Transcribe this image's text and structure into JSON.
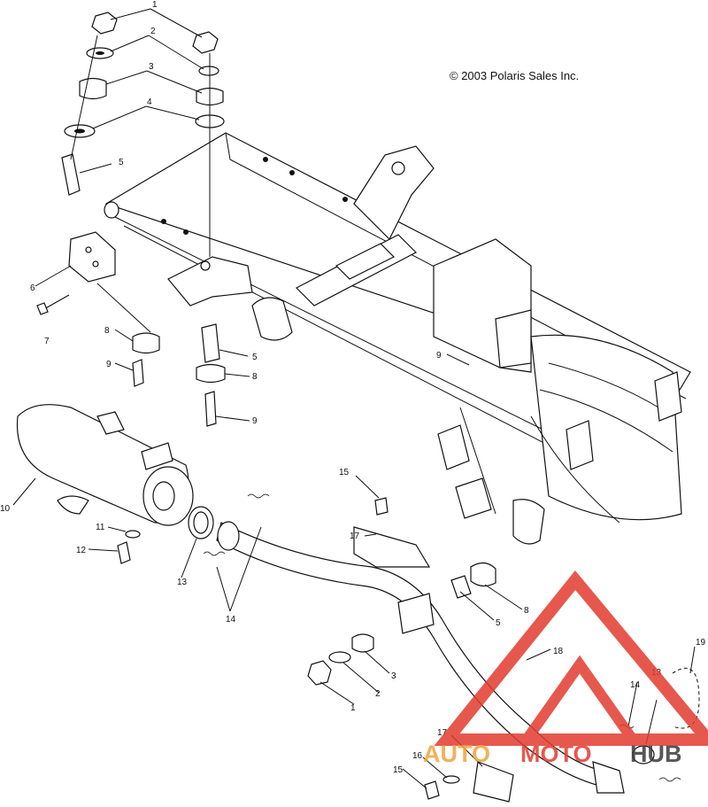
{
  "copyright": "© 2003 Polaris Sales Inc.",
  "watermark": {
    "text_a": "AUTO",
    "text_b": "MOTO",
    "text_c": "HUB",
    "color_red": "#e23b2e",
    "color_orange": "#f2a33a",
    "color_dark": "#3a3a3a"
  },
  "callouts": {
    "c1a": "1",
    "c2a": "2",
    "c3a": "3",
    "c4a": "4",
    "c5a": "5",
    "c6": "6",
    "c7": "7",
    "c8a": "8",
    "c9a": "9",
    "c5b": "5",
    "c8b": "8",
    "c9b": "9",
    "c9c": "9",
    "c10": "10",
    "c11": "11",
    "c12": "12",
    "c13a": "13",
    "c14a": "14",
    "c15a": "15",
    "c17a": "17",
    "c5c": "5",
    "c8c": "8",
    "c18": "18",
    "c3b": "3",
    "c2b": "2",
    "c1b": "1",
    "c19": "19",
    "c14b": "14",
    "c13b": "13",
    "c17b": "17",
    "c16": "16",
    "c15b": "15"
  }
}
